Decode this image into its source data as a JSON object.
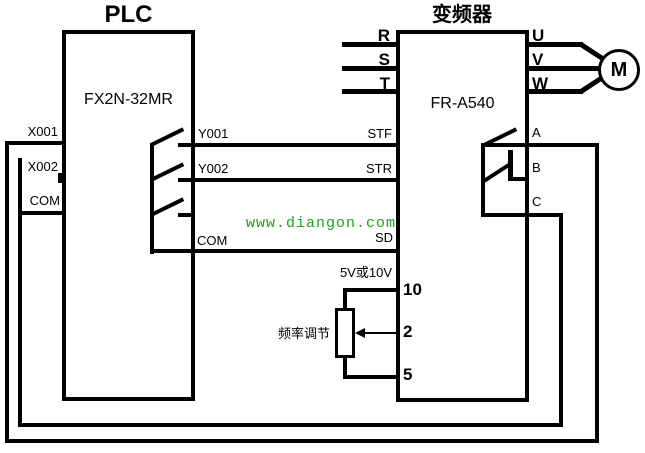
{
  "titles": {
    "plc": "PLC",
    "inverter": "变频器"
  },
  "plc": {
    "model": "FX2N-32MR",
    "input_terminals": [
      "X001",
      "X002",
      "COM"
    ],
    "output_terminals": [
      "Y001",
      "Y002"
    ],
    "output_common": "COM"
  },
  "inverter": {
    "model": "FR-A540",
    "power_input_terminals": [
      "R",
      "S",
      "T"
    ],
    "power_output_terminals": [
      "U",
      "V",
      "W"
    ],
    "control_terminals": [
      "STF",
      "STR",
      "SD"
    ],
    "relay_terminals": [
      "A",
      "B",
      "C"
    ],
    "analog_terminals": [
      "10",
      "2",
      "5"
    ],
    "analog_note": "5V或10V"
  },
  "motor": {
    "label": "M"
  },
  "potentiometer": {
    "label": "频率调节"
  },
  "watermark": {
    "text": "www.diangon.com",
    "color": "#1FA31F"
  },
  "colors": {
    "line": "#000000",
    "background": "#FFFFFF"
  }
}
